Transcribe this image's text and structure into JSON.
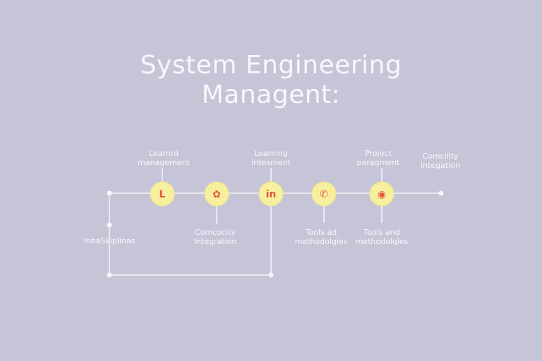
{
  "title": {
    "line1": "System Engineering",
    "line2": "Managent:"
  },
  "nodes": [
    {
      "id": "n1",
      "icon": "chart-icon",
      "glyph": "L",
      "label_above": [
        "Learnrd",
        "management"
      ]
    },
    {
      "id": "n2",
      "icon": "gear-icon",
      "glyph": "✿",
      "label_below": [
        "Comcocity",
        "Integration"
      ]
    },
    {
      "id": "n3",
      "icon": "linkedin-icon",
      "glyph": "in",
      "label_above": [
        "Learning",
        "intesment"
      ]
    },
    {
      "id": "n4",
      "icon": "phone-icon",
      "glyph": "✆",
      "label_below": [
        "Tools ad",
        "methodolgies"
      ]
    },
    {
      "id": "n5",
      "icon": "target-icon",
      "glyph": "◉",
      "label_above": [
        "Project",
        "paragment"
      ],
      "label_below": [
        "Tools and",
        "methodolgies"
      ]
    }
  ],
  "end_label": [
    "Comcility",
    "integation"
  ],
  "left_label": "InbaSkiplinas",
  "colors": {
    "background": "#c6c5d8",
    "line": "#f3f2f8",
    "node_fill": "#f6ef9d",
    "icon": "#e4553e"
  }
}
